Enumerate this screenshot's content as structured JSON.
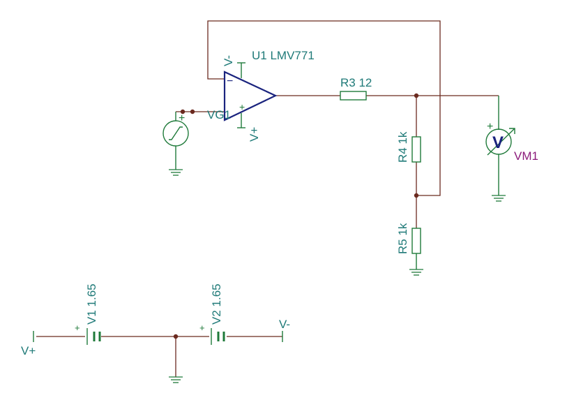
{
  "opamp": {
    "ref": "U1 LMV771",
    "neg_supply": "V-",
    "pos_supply": "V+",
    "minus_sign": "−",
    "plus_sign": "+"
  },
  "source": {
    "ref": "VG1",
    "polarity": "+"
  },
  "r3": {
    "label": "R3 12"
  },
  "r4": {
    "label": "R4 1k"
  },
  "r5": {
    "label": "R5 1k"
  },
  "voltmeter": {
    "ref": "VM1",
    "symbol": "V",
    "polarity": "+"
  },
  "v1": {
    "label": "V1 1.65",
    "polarity": "+"
  },
  "v2": {
    "label": "V2 1.65",
    "polarity": "+"
  },
  "terminals": {
    "left": "V+",
    "right": "V-"
  },
  "colors": {
    "wire": "#6b2a1f",
    "component": "#1f7a3a",
    "label": "#1f7a78",
    "opamp": "#1a237e",
    "meter_label": "#8b1a7a"
  }
}
